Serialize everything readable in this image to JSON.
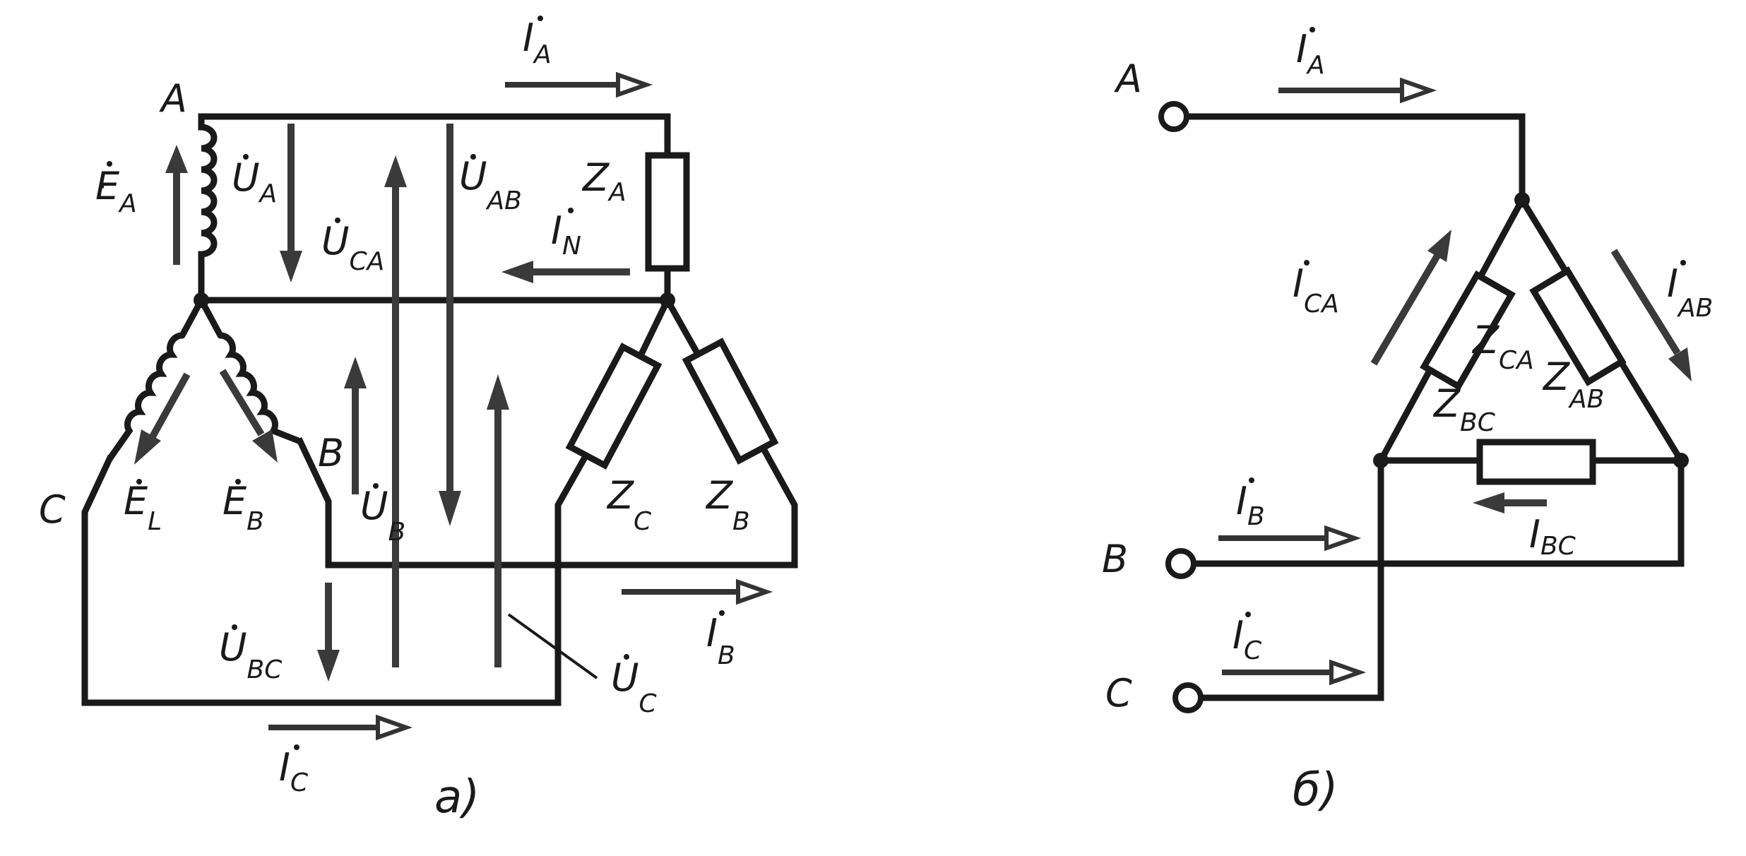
{
  "figure_a": {
    "caption": "a)",
    "nodes": {
      "A": "A",
      "B": "B",
      "C": "C"
    },
    "emf": {
      "EA": {
        "main": "E",
        "sub": "A"
      },
      "EL": {
        "main": "E",
        "sub": "L"
      },
      "EB": {
        "main": "E",
        "sub": "B"
      }
    },
    "voltages": {
      "UA": {
        "main": "U",
        "sub": "A"
      },
      "UCA": {
        "main": "U",
        "sub": "CA"
      },
      "UAB": {
        "main": "U",
        "sub": "AB"
      },
      "UB": {
        "main": "U",
        "sub": "B"
      },
      "UBC": {
        "main": "U",
        "sub": "BC"
      },
      "UC": {
        "main": "U",
        "sub": "C"
      }
    },
    "currents": {
      "IA": {
        "main": "I",
        "sub": "A"
      },
      "IN": {
        "main": "I",
        "sub": "N"
      },
      "IB": {
        "main": "I",
        "sub": "B"
      },
      "IC": {
        "main": "I",
        "sub": "C"
      }
    },
    "impedances": {
      "ZA": {
        "main": "Z",
        "sub": "A"
      },
      "ZC": {
        "main": "Z",
        "sub": "C"
      },
      "ZB": {
        "main": "Z",
        "sub": "B"
      }
    }
  },
  "figure_b": {
    "caption": "б)",
    "terminals": {
      "A": "A",
      "B": "B",
      "C": "C"
    },
    "currents": {
      "IA": {
        "main": "I",
        "sub": "A"
      },
      "ICA": {
        "main": "I",
        "sub": "CA"
      },
      "IAB": {
        "main": "I",
        "sub": "AB"
      },
      "IB": {
        "main": "I",
        "sub": "B"
      },
      "IBC": {
        "main": "I",
        "sub": "BC"
      },
      "IC": {
        "main": "I",
        "sub": "C"
      }
    },
    "impedances": {
      "ZCA": {
        "main": "Z",
        "sub": "CA"
      },
      "ZAB": {
        "main": "Z",
        "sub": "AB"
      },
      "ZBC": {
        "main": "Z",
        "sub": "BC"
      }
    }
  }
}
